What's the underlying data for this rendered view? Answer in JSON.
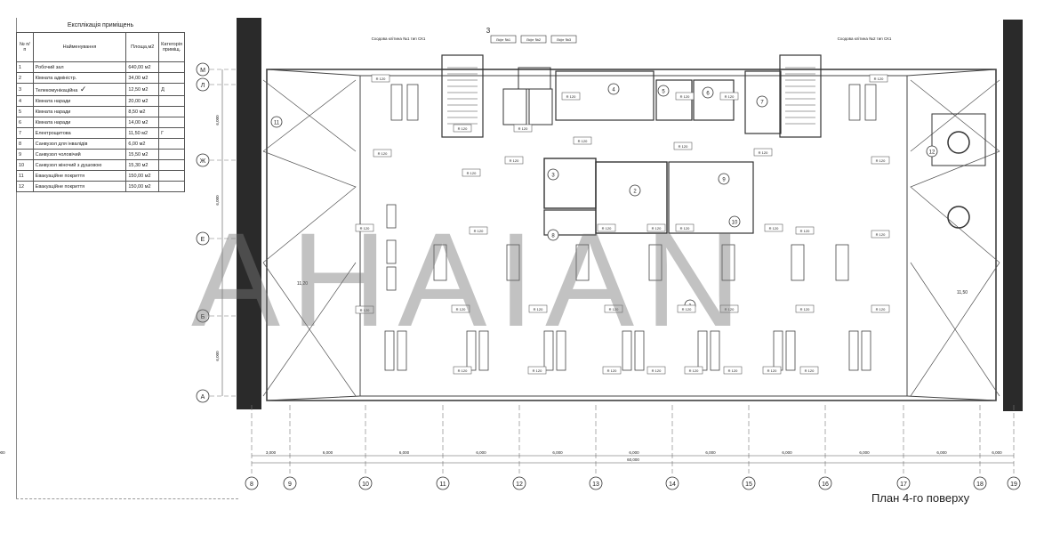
{
  "legend": {
    "title": "Експлікація приміщень",
    "headers": [
      "№ п/п",
      "Найменування",
      "Площа,м2",
      "Категорія приміщ."
    ],
    "rows": [
      {
        "n": "1",
        "name": "Робочий зал",
        "area": "640,00 м2",
        "cat": ""
      },
      {
        "n": "2",
        "name": "Кімната адміністр.",
        "area": "34,00 м2",
        "cat": ""
      },
      {
        "n": "3",
        "name": "Телекомунікаційна",
        "area": "12,50 м2",
        "cat": "Д",
        "checked": true
      },
      {
        "n": "4",
        "name": "Кімната наради",
        "area": "20,00 м2",
        "cat": ""
      },
      {
        "n": "5",
        "name": "Кімната наради",
        "area": "8,50 м2",
        "cat": ""
      },
      {
        "n": "6",
        "name": "Кімната наради",
        "area": "14,00 м2",
        "cat": ""
      },
      {
        "n": "7",
        "name": "Електрощитова",
        "area": "11,50 м2",
        "cat": "Г"
      },
      {
        "n": "8",
        "name": "Санвузол для інвалідів",
        "area": "6,00 м2",
        "cat": ""
      },
      {
        "n": "9",
        "name": "Санвузол чоловічий",
        "area": "15,50 м2",
        "cat": ""
      },
      {
        "n": "10",
        "name": "Санвузол жіночий з душовою",
        "area": "15,30 м2",
        "cat": ""
      },
      {
        "n": "11",
        "name": "Евакуаційне покриття",
        "area": "150,00 м2",
        "cat": ""
      },
      {
        "n": "12",
        "name": "Евакуаційне покриття",
        "area": "150,00 м2",
        "cat": ""
      }
    ]
  },
  "plan": {
    "axes_letters": [
      "М",
      "Л",
      "Ж",
      "Е",
      "Б",
      "А"
    ],
    "axes_numbers": [
      "8",
      "9",
      "10",
      "11",
      "12",
      "13",
      "14",
      "15",
      "16",
      "17",
      "18",
      "19"
    ],
    "room_numbers": [
      "1",
      "2",
      "3",
      "4",
      "5",
      "6",
      "7",
      "8",
      "9",
      "10",
      "11",
      "12"
    ],
    "dims": [
      "3,000",
      "6,000",
      "6,000",
      "6,000",
      "6,000",
      "6,000",
      "6,000",
      "6,000",
      "6,000",
      "6,000",
      "6,000",
      "3,000"
    ],
    "total_dim": "60,000",
    "left_dims": [
      "6,000",
      "6,000",
      "6,000"
    ],
    "hatch_label": "R 120",
    "top_note_left": "Сходова клітина №1 тип СК1",
    "top_note_right": "Сходова клітина №2 тип СК1",
    "lift_labels": [
      "Ліфт №1",
      "Ліфт №2",
      "Ліфт №3"
    ],
    "stair_mark": "3",
    "side_dim_left": "11,20",
    "side_dim_right": "11,50"
  },
  "caption": "План 4-го поверху",
  "watermark": "AHAIAN"
}
